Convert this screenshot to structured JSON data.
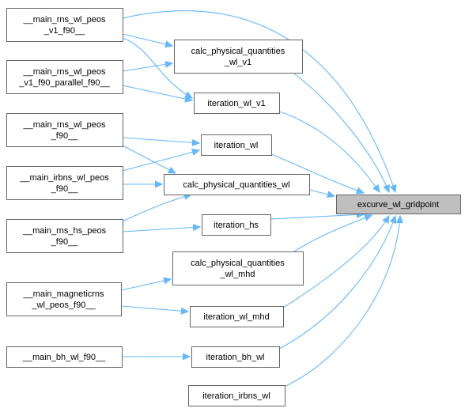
{
  "graph": {
    "target_node": {
      "id": "excurve",
      "label_lines": [
        "excurve_wl_gridpoint"
      ]
    },
    "nodes": [
      {
        "id": "m_rns_wl_peos_v1",
        "label_lines": [
          "__main_rns_wl_peos",
          "_v1_f90__"
        ]
      },
      {
        "id": "m_rns_wl_peos_v1_par",
        "label_lines": [
          "__main_rns_wl_peos",
          "_v1_f90_parallel_f90__"
        ]
      },
      {
        "id": "m_rns_wl_peos",
        "label_lines": [
          "__main_rns_wl_peos",
          "_f90__"
        ]
      },
      {
        "id": "m_irbns_wl_peos",
        "label_lines": [
          "__main_irbns_wl_peos",
          "_f90__"
        ]
      },
      {
        "id": "m_rns_hs_peos",
        "label_lines": [
          "__main_rns_hs_peos",
          "_f90__"
        ]
      },
      {
        "id": "m_magneticrns",
        "label_lines": [
          "__main_magneticrns",
          "_wl_peos_f90__"
        ]
      },
      {
        "id": "m_bh_wl",
        "label_lines": [
          "__main_bh_wl_f90__"
        ]
      },
      {
        "id": "calc_v1",
        "label_lines": [
          "calc_physical_quantities",
          "_wl_v1"
        ]
      },
      {
        "id": "iter_wl_v1",
        "label_lines": [
          "iteration_wl_v1"
        ]
      },
      {
        "id": "iter_wl",
        "label_lines": [
          "iteration_wl"
        ]
      },
      {
        "id": "calc_wl",
        "label_lines": [
          "calc_physical_quantities_wl"
        ]
      },
      {
        "id": "iter_hs",
        "label_lines": [
          "iteration_hs"
        ]
      },
      {
        "id": "calc_mhd",
        "label_lines": [
          "calc_physical_quantities",
          "_wl_mhd"
        ]
      },
      {
        "id": "iter_wl_mhd",
        "label_lines": [
          "iteration_wl_mhd"
        ]
      },
      {
        "id": "iter_bh_wl",
        "label_lines": [
          "iteration_bh_wl"
        ]
      },
      {
        "id": "iter_irbns_wl",
        "label_lines": [
          "iteration_irbns_wl"
        ]
      }
    ],
    "edges": [
      {
        "from": "m_rns_wl_peos_v1",
        "to": "excurve"
      },
      {
        "from": "m_rns_wl_peos_v1",
        "to": "calc_v1"
      },
      {
        "from": "m_rns_wl_peos_v1",
        "to": "iter_wl_v1"
      },
      {
        "from": "m_rns_wl_peos_v1_par",
        "to": "calc_v1"
      },
      {
        "from": "m_rns_wl_peos_v1_par",
        "to": "iter_wl_v1"
      },
      {
        "from": "calc_v1",
        "to": "excurve"
      },
      {
        "from": "iter_wl_v1",
        "to": "excurve"
      },
      {
        "from": "m_rns_wl_peos",
        "to": "iter_wl"
      },
      {
        "from": "m_rns_wl_peos",
        "to": "calc_wl"
      },
      {
        "from": "m_irbns_wl_peos",
        "to": "iter_wl"
      },
      {
        "from": "m_irbns_wl_peos",
        "to": "calc_wl"
      },
      {
        "from": "iter_wl",
        "to": "excurve"
      },
      {
        "from": "calc_wl",
        "to": "excurve"
      },
      {
        "from": "m_rns_hs_peos",
        "to": "calc_wl"
      },
      {
        "from": "m_rns_hs_peos",
        "to": "iter_hs"
      },
      {
        "from": "iter_hs",
        "to": "excurve"
      },
      {
        "from": "m_magneticrns",
        "to": "calc_mhd"
      },
      {
        "from": "m_magneticrns",
        "to": "iter_wl_mhd"
      },
      {
        "from": "calc_mhd",
        "to": "excurve"
      },
      {
        "from": "iter_wl_mhd",
        "to": "excurve"
      },
      {
        "from": "m_bh_wl",
        "to": "iter_bh_wl"
      },
      {
        "from": "iter_bh_wl",
        "to": "excurve"
      },
      {
        "from": "iter_irbns_wl",
        "to": "excurve"
      }
    ],
    "colors": {
      "edge": "#63b8ff",
      "node_border": "#666666",
      "target_fill": "#bfbfbf"
    }
  }
}
